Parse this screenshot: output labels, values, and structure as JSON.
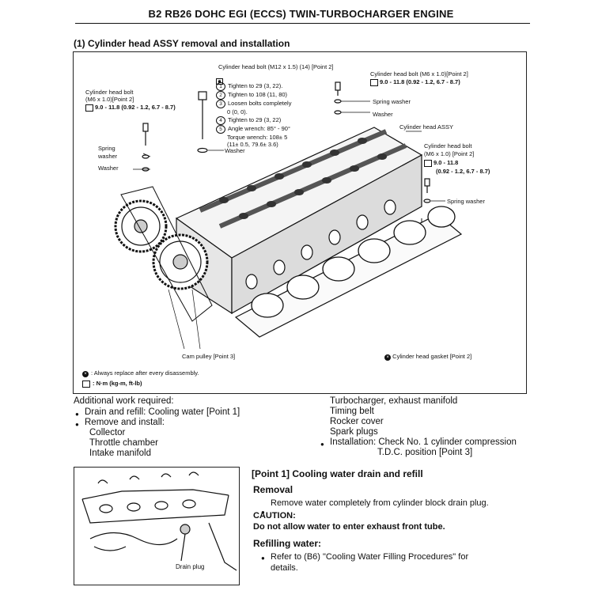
{
  "header": {
    "title": "B2 RB26 DOHC EGI (ECCS) TWIN-TURBOCHARGER ENGINE"
  },
  "section": {
    "title": "(1) Cylinder head ASSY removal and installation"
  },
  "figure": {
    "bolt_m12": {
      "label": "Cylinder head bolt (M12 x 1.5) (14) [Point 2]",
      "steps": [
        {
          "num": "1",
          "text": "Tighten to 29 (3, 22)."
        },
        {
          "num": "2",
          "text": "Tighten to 108 (11, 80)"
        },
        {
          "num": "3",
          "text": "Loosen bolts completely"
        },
        {
          "num": "",
          "text": "0 (0, 0)."
        },
        {
          "num": "4",
          "text": "Tighten to 29 (3, 22)"
        },
        {
          "num": "5",
          "text": "Angle wrench: 85° - 90°"
        },
        {
          "num": "",
          "text": "Torque wrench: 108± 5"
        },
        {
          "num": "",
          "text": "(11± 0.5, 79.6± 3.6)"
        }
      ],
      "washer": "Washer"
    },
    "left_bolt": {
      "label1": "Cylinder head bolt",
      "label2": "(M6 x 1.0)[Point 2]",
      "torque": "9.0 - 11.8 (0.92 - 1.2, 6.7 - 8.7)",
      "spring_washer1": "Spring",
      "spring_washer2": "washer",
      "washer": "Washer"
    },
    "top_right_bolt": {
      "label": "Cylinder head bolt (M6 x 1.0)[Point 2]",
      "torque": "9.0 - 11.8 (0.92 - 1.2, 6.7 - 8.7)",
      "spring_washer": "Spring washer",
      "washer": "Washer"
    },
    "head_assy": "Cylinder head ASSY",
    "mid_right_bolt": {
      "label1": "Cylinder head bolt",
      "label2": "(M6 x 1.0) [Point 2]",
      "torque1": "9.0 - 11.8",
      "torque2": "(0.92 - 1.2, 6.7 - 8.7)",
      "spring_washer": "Spring washer"
    },
    "gasket": "Cylinder head gasket [Point 2]",
    "cam_pulley": "Cam pulley [Point 3]",
    "legend": {
      "replace": ": Always replace after every disassembly.",
      "torque_unit": ": N·m (kg-m, ft-lb)"
    }
  },
  "additional": {
    "heading": "Additional work required:",
    "left": [
      {
        "bullet": true,
        "text": "Drain and refill: Cooling water [Point 1]"
      },
      {
        "bullet": true,
        "text": "Remove and install:"
      },
      {
        "bullet": false,
        "text": "Collector"
      },
      {
        "bullet": false,
        "text": "Throttle chamber"
      },
      {
        "bullet": false,
        "text": "Intake manifold"
      }
    ],
    "right": [
      {
        "bullet": false,
        "text": "Turbocharger, exhaust manifold"
      },
      {
        "bullet": false,
        "text": "Timing belt"
      },
      {
        "bullet": false,
        "text": "Rocker cover"
      },
      {
        "bullet": false,
        "text": "Spark plugs"
      },
      {
        "bullet": true,
        "text": "Installation: Check No. 1 cylinder compression"
      },
      {
        "bullet": false,
        "text": "T.D.C. position [Point 3]"
      }
    ]
  },
  "point1": {
    "title": "[Point 1]  Cooling water drain and refill",
    "removal_heading": "Removal",
    "removal_text": "Remove water completely from cylinder block drain plug.",
    "caution_heading": "CAUTION:",
    "caution_text": "Do not allow water to enter exhaust front tube.",
    "refill_heading": "Refilling water:",
    "refill_line1": "Refer  to  (B6)  \"Cooling  Water  Filling  Procedures\"  for",
    "refill_line2": "details.",
    "drain_plug": "Drain plug"
  }
}
